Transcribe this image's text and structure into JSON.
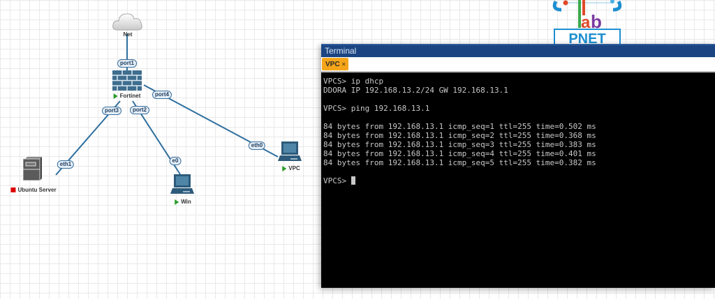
{
  "topology": {
    "nodes": {
      "net": {
        "label": "Net",
        "icon": "cloud-icon"
      },
      "fortinet": {
        "label": "Fortinet",
        "icon": "firewall-icon",
        "status": "running"
      },
      "ubuntu": {
        "label": "Ubuntu Server",
        "icon": "server-icon",
        "status": "stopped"
      },
      "win": {
        "label": "Win",
        "icon": "computer-icon",
        "status": "running"
      },
      "vpc": {
        "label": "VPC",
        "icon": "computer-icon",
        "status": "running"
      }
    },
    "interfaces": {
      "port1": "port1",
      "port2": "port2",
      "port3": "port3",
      "port4": "port4",
      "eth1": "eth1",
      "e0": "e0",
      "eth0": "eth0"
    },
    "colors": {
      "link": "#2e6e9e",
      "running": "#2a9a2a",
      "stopped": "#dd0000"
    }
  },
  "logo": {
    "top_text": "lab",
    "bottom_text": "PNET"
  },
  "terminal": {
    "title": "Terminal",
    "tab_label": "VPC",
    "tab_close": "×",
    "lines": [
      "VPCS> ip dhcp",
      "DDORA IP 192.168.13.2/24 GW 192.168.13.1",
      "",
      "VPCS> ping 192.168.13.1",
      "",
      "84 bytes from 192.168.13.1 icmp_seq=1 ttl=255 time=0.502 ms",
      "84 bytes from 192.168.13.1 icmp_seq=2 ttl=255 time=0.368 ms",
      "84 bytes from 192.168.13.1 icmp_seq=3 ttl=255 time=0.383 ms",
      "84 bytes from 192.168.13.1 icmp_seq=4 ttl=255 time=0.401 ms",
      "84 bytes from 192.168.13.1 icmp_seq=5 ttl=255 time=0.382 ms",
      ""
    ],
    "prompt": "VPCS> ",
    "colors": {
      "title_bar": "#1b4582",
      "tab": "#f5a51a",
      "background": "#000000",
      "text": "#c8c8c8"
    }
  }
}
